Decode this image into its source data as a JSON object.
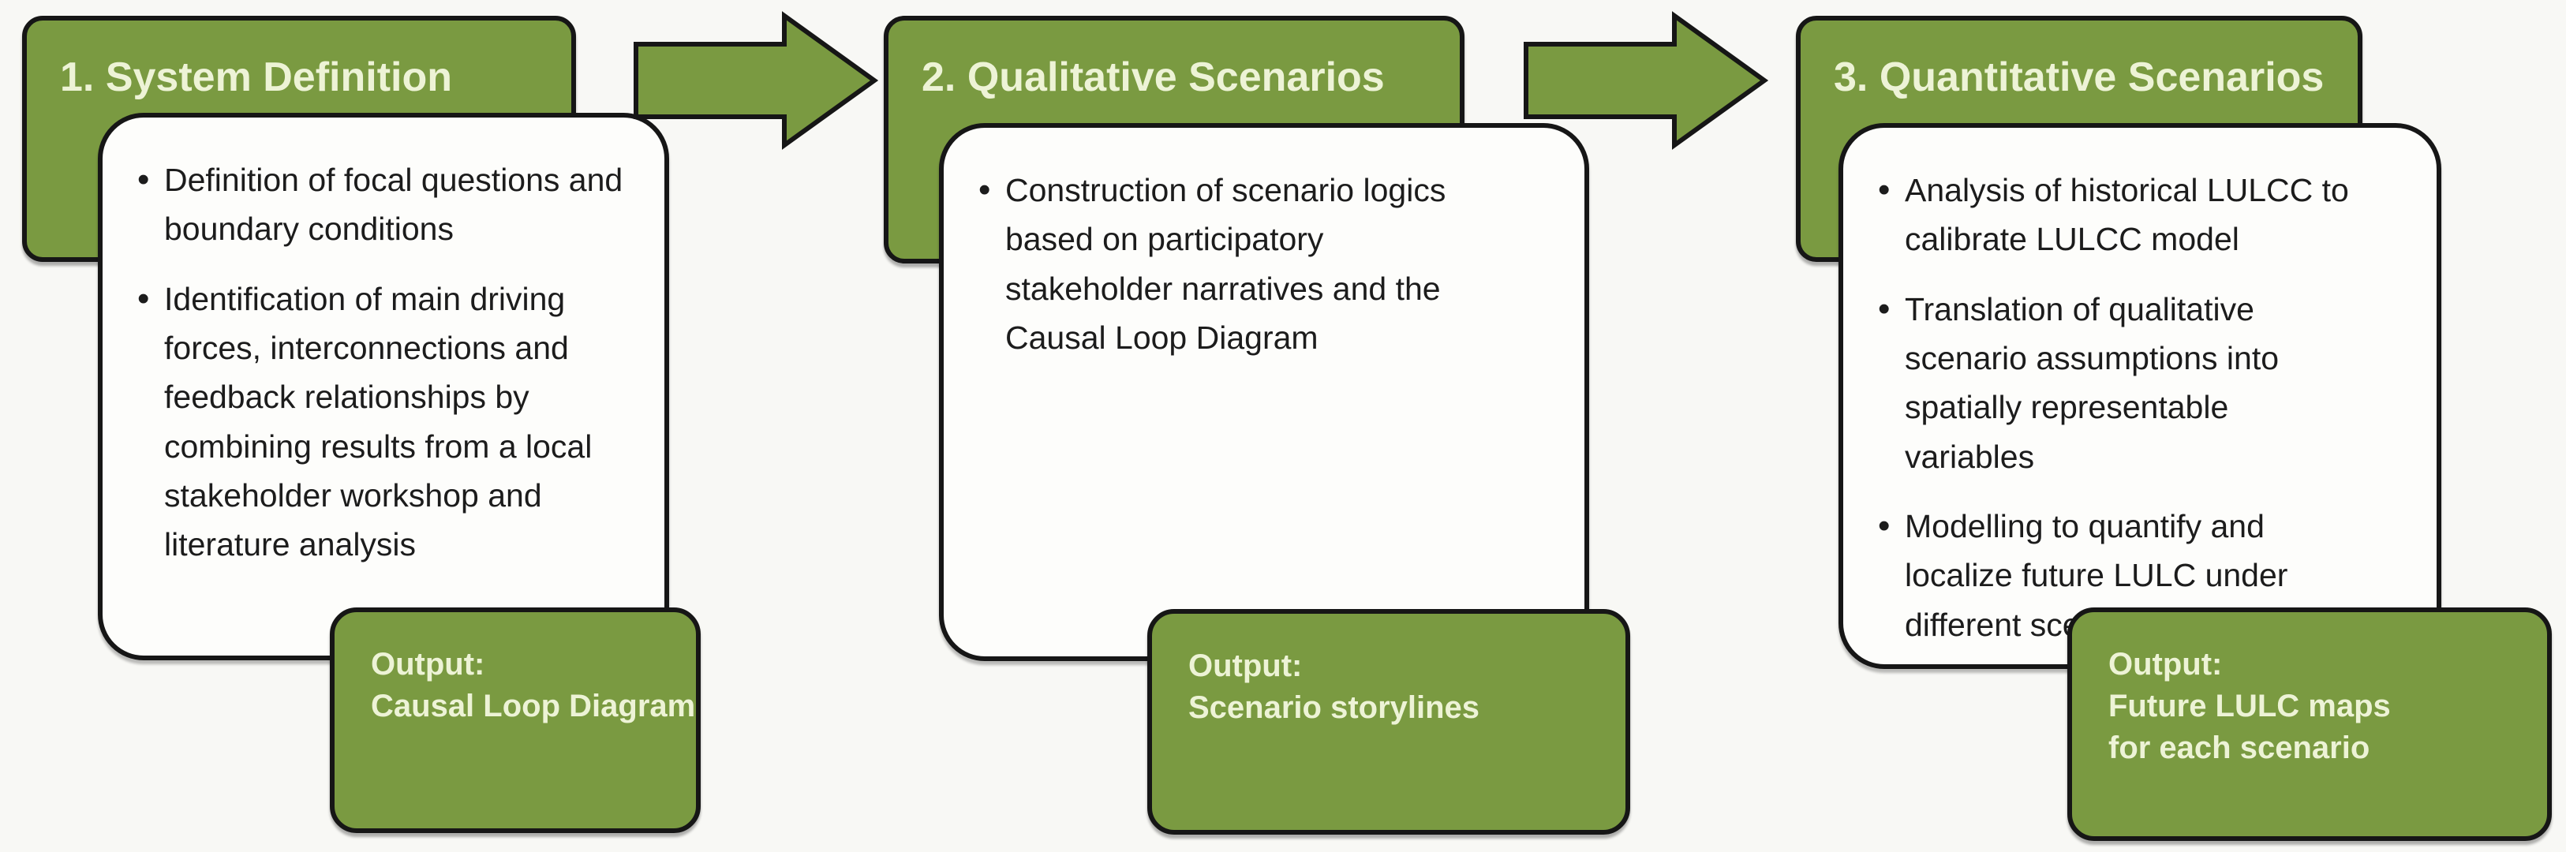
{
  "figure": {
    "background_color": "#f8f8f5",
    "accent_green": "#7a9a41",
    "outline_color": "#161616",
    "header_text_color": "#edf3d6",
    "body_text_color": "#1c1c1c",
    "arrows": [
      {
        "icon": "right-block-arrow"
      },
      {
        "icon": "right-block-arrow"
      }
    ],
    "steps": [
      {
        "title": "1. System Definition",
        "bullets": [
          "Definition of focal questions and boundary conditions",
          "Identification of main driving forces, interconnections and feedback relationships by combining results from a local stakeholder workshop and literature analysis"
        ],
        "output": {
          "label": "Output:",
          "lines": [
            "Causal Loop Diagram"
          ]
        }
      },
      {
        "title": "2. Qualitative Scenarios",
        "bullets": [
          "Construction of scenario logics based on participatory stakeholder narratives and the Causal Loop Diagram"
        ],
        "output": {
          "label": "Output:",
          "lines": [
            "Scenario storylines"
          ]
        }
      },
      {
        "title": "3. Quantitative Scenarios",
        "bullets": [
          "Analysis of historical LULCC to calibrate LULCC model",
          "Translation of qualitative scenario assumptions into spatially representable variables",
          "Modelling to quantify and localize future LULC under different scenario conditions"
        ],
        "output": {
          "label": "Output:",
          "lines": [
            "Future LULC maps",
            "for each scenario"
          ]
        }
      }
    ]
  }
}
